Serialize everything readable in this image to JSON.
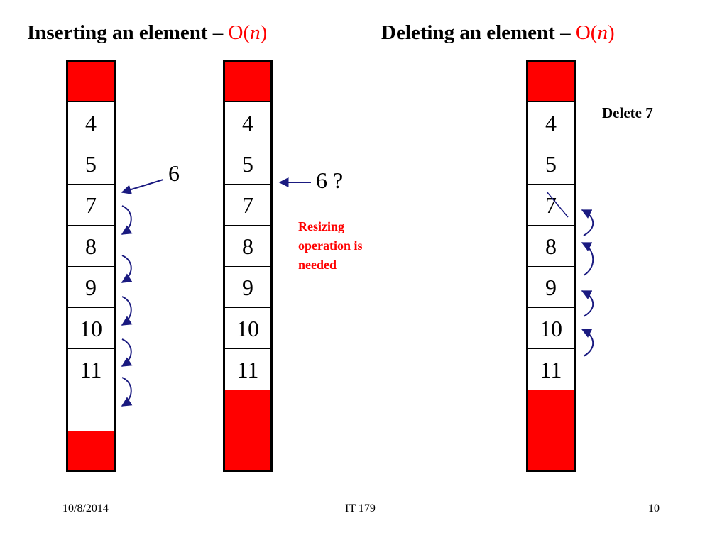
{
  "titles": {
    "insert": {
      "text": "Inserting an element",
      "dash": " – ",
      "complexity_prefix": "O(",
      "complexity_var": "n",
      "complexity_suffix": ")"
    },
    "delete": {
      "text": "Deleting an element",
      "dash": " – ",
      "complexity_prefix": "O(",
      "complexity_var": "n",
      "complexity_suffix": ")"
    }
  },
  "arrays": {
    "insert_before": [
      "",
      "4",
      "5",
      "7",
      "8",
      "9",
      "10",
      "11",
      "",
      ""
    ],
    "insert_full": [
      "",
      "4",
      "5",
      "7",
      "8",
      "9",
      "10",
      "11",
      "",
      ""
    ],
    "delete": [
      "",
      "4",
      "5",
      "7",
      "8",
      "9",
      "10",
      "11",
      "",
      ""
    ]
  },
  "cell_fill": {
    "insert_before": [
      "red",
      "white",
      "white",
      "white",
      "white",
      "white",
      "white",
      "white",
      "white",
      "red"
    ],
    "insert_full": [
      "red",
      "white",
      "white",
      "white",
      "white",
      "white",
      "white",
      "white",
      "red",
      "red"
    ],
    "delete": [
      "red",
      "white",
      "white",
      "white",
      "white",
      "white",
      "white",
      "white",
      "red",
      "red"
    ]
  },
  "labels": {
    "new_element": "6",
    "new_element_question": "6 ?",
    "resize_note": "Resizing operation is needed",
    "delete_action": "Delete 7"
  },
  "footer": {
    "date": "10/8/2014",
    "course": "IT 179",
    "page": "10"
  },
  "colors": {
    "filled": "#ff0000",
    "arrow": "#1a1a80",
    "note": "#ff0000"
  },
  "icons": {
    "insert_arrow": "arrow-left-icon",
    "shift_arrow": "curved-arrow-icon"
  }
}
